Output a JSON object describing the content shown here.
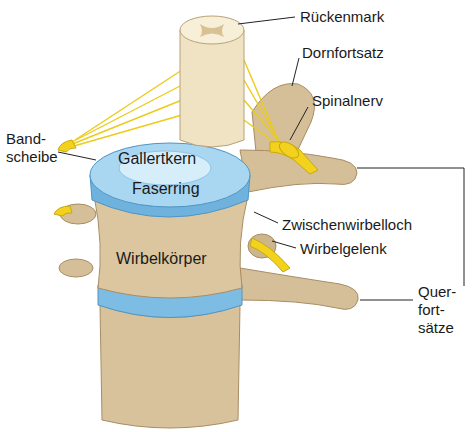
{
  "diagram": {
    "labels": [
      "Rückenmark",
      "Dornfortsatz",
      "Spinalnerv",
      "Band- scheibe",
      "Gallertkern",
      "Faserring",
      "Zwischenwirbelloch",
      "Wirbelgelenk",
      "Wirbelkörper",
      "Quer- fort- sätze"
    ]
  }
}
